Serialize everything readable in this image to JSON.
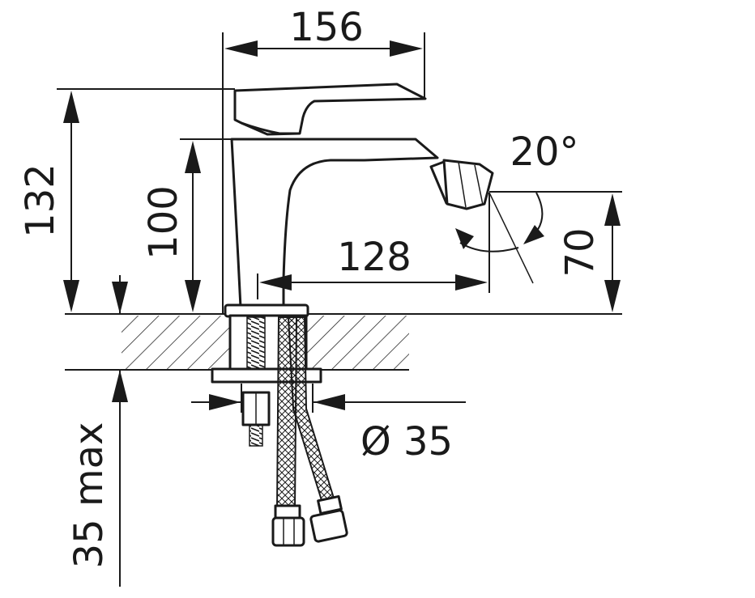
{
  "drawing": {
    "dimensions": {
      "width_total": "156",
      "height_total": "132",
      "height_spout": "100",
      "spout_reach": "128",
      "nozzle_height": "70",
      "nozzle_angle": "20°",
      "thread_diameter": "Ø 35",
      "max_deck_thickness": "35 max"
    }
  }
}
